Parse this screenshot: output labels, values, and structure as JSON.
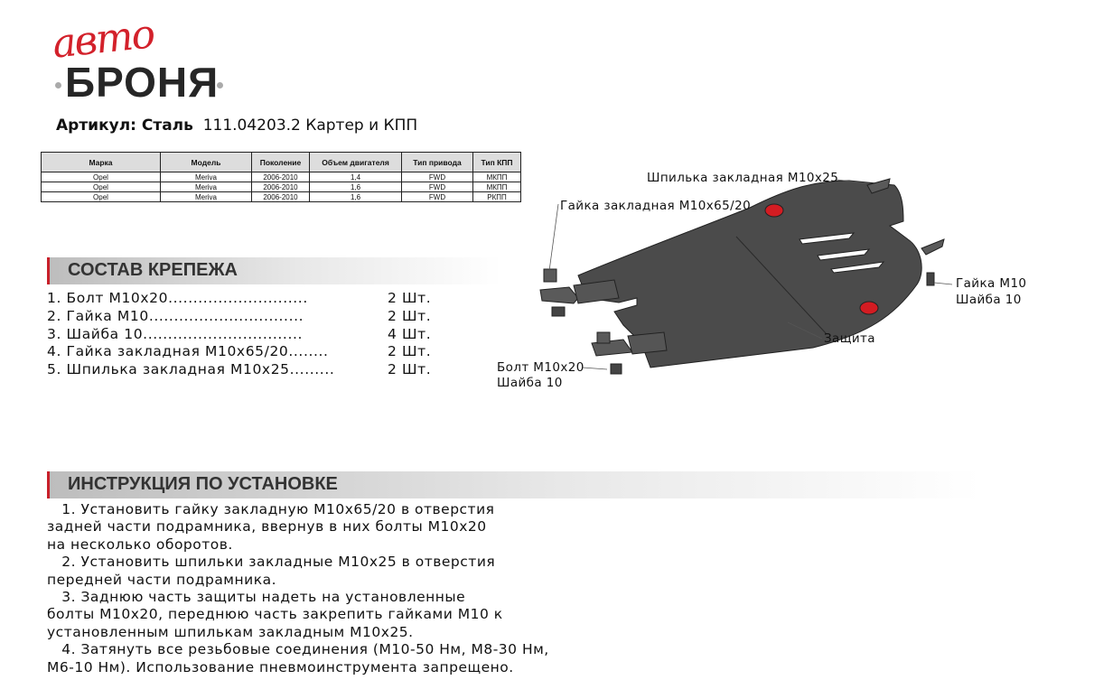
{
  "logo": {
    "script": "авто",
    "main": "БРОНЯ"
  },
  "article": {
    "label": "Артикул: Сталь",
    "value": "111.04203.2 Картер и КПП"
  },
  "table": {
    "headers": [
      "Марка",
      "Модель",
      "Поколение",
      "Объем двигателя",
      "Тип привода",
      "Тип КПП"
    ],
    "rows": [
      [
        "Opel",
        "Meriva",
        "2006-2010",
        "1,4",
        "FWD",
        "МКПП"
      ],
      [
        "Opel",
        "Meriva",
        "2006-2010",
        "1,6",
        "FWD",
        "МКПП"
      ],
      [
        "Opel",
        "Meriva",
        "2006-2010",
        "1,6",
        "FWD",
        "РКПП"
      ]
    ]
  },
  "fasteners": {
    "title": "СОСТАВ КРЕПЕЖА",
    "items": [
      {
        "name": "1. Болт М10х20............................",
        "qty": "2 Шт."
      },
      {
        "name": "2. Гайка М10...............................",
        "qty": "2 Шт."
      },
      {
        "name": "3. Шайба 10................................",
        "qty": "4 Шт."
      },
      {
        "name": "4. Гайка закладная М10х65/20........",
        "qty": "2 Шт."
      },
      {
        "name": "5. Шпилька закладная М10х25.........",
        "qty": "2 Шт."
      }
    ]
  },
  "diagram": {
    "labels": {
      "stud": "Шпилька закладная М10х25",
      "nut_embedded": "Гайка закладная М10х65/20",
      "nut": "Гайка М10",
      "washer_right": "Шайба 10",
      "guard": "Защита",
      "bolt": "Болт М10х20",
      "washer_left": "Шайба 10"
    }
  },
  "instructions": {
    "title": "ИНСТРУКЦИЯ ПО УСТАНОВКЕ",
    "lines": [
      "   1. Установить гайку закладную М10х65/20 в отверстия",
      "задней части подрамника, ввернув в них болты М10х20",
      "на несколько оборотов.",
      "   2. Установить шпильки закладные М10х25 в отверстия",
      "передней части подрамника.",
      "   3. Заднюю часть защиты надеть на установленные",
      "болты М10х20, переднюю часть закрепить гайками М10 к",
      "установленным шпилькам закладным М10х25.",
      "   4. Затянуть все резьбовые соединения (М10-50 Нм, М8-30 Нм,",
      "М6-10 Нм). Использование пневмоинструмента запрещено."
    ]
  }
}
